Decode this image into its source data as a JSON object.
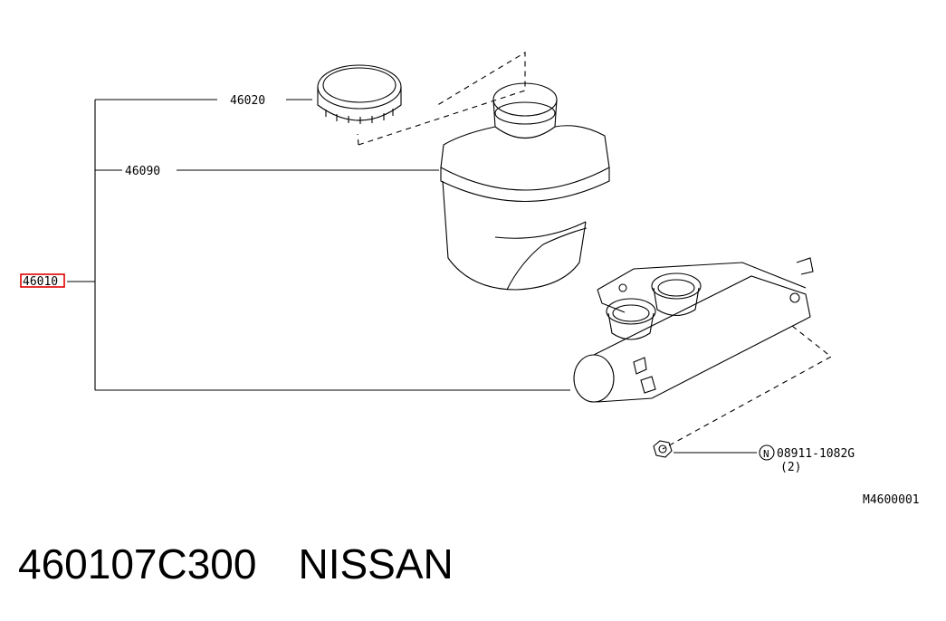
{
  "diagram": {
    "callouts": {
      "cap": "46020",
      "reservoir": "46090",
      "assembly": "46010",
      "nut_part": "08911-1082G",
      "nut_qty": "(2)",
      "nut_symbol": "N"
    },
    "figure_code": "M4600001",
    "highlight_color": "#e00000"
  },
  "footer": {
    "part_number": "460107C300",
    "brand": "NISSAN"
  }
}
